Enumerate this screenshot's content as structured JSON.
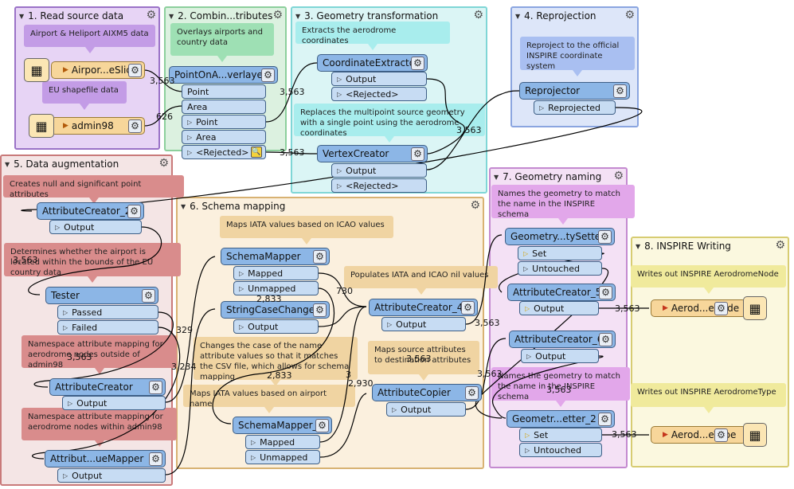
{
  "bookmarks": [
    {
      "key": "b1",
      "title": "1. Read source data",
      "bg": "#e7d4f5",
      "border": "#9a72c7"
    },
    {
      "key": "b2",
      "title": "2. Combin...tributes",
      "bg": "#dcf1e0",
      "border": "#8ccf9c"
    },
    {
      "key": "b3",
      "title": "3. Geometry transformation",
      "bg": "#dbf5f5",
      "border": "#7fd6d6"
    },
    {
      "key": "b4",
      "title": "4. Reprojection",
      "bg": "#dde6f9",
      "border": "#8aa5e0"
    },
    {
      "key": "b5",
      "title": "5. Data augmentation",
      "bg": "#f4e5e5",
      "border": "#c97a7a"
    },
    {
      "key": "b6",
      "title": "6. Schema mapping",
      "bg": "#fbf0de",
      "border": "#d8b273"
    },
    {
      "key": "b7",
      "title": "7. Geometry naming",
      "bg": "#f4e1f5",
      "border": "#c48ad0"
    },
    {
      "key": "b8",
      "title": "8. INSPIRE Writing",
      "bg": "#fbf8df",
      "border": "#d7cc72"
    }
  ],
  "annotations": [
    {
      "key": "a1",
      "text": "Airport & Heliport AIXM5 data",
      "bg": "#c39ce6"
    },
    {
      "key": "a2",
      "text": "EU shapefile data",
      "bg": "#c39ce6"
    },
    {
      "key": "a3",
      "text": "Overlays airports and country data",
      "bg": "#9ee0b4"
    },
    {
      "key": "a4",
      "text": "Extracts the aerodrome coordinates",
      "bg": "#a8eded"
    },
    {
      "key": "a5",
      "text": "Replaces the multipoint source geometry with a single point using the aerodrome coordinates",
      "bg": "#a8eded"
    },
    {
      "key": "a6",
      "text": "Reproject to the official INSPIRE coordinate system",
      "bg": "#a9bff1"
    },
    {
      "key": "a7",
      "text": "Creates null and significant point attributes",
      "bg": "#d98c8c"
    },
    {
      "key": "a8",
      "text": "Determines whether the airport is located within the bounds of the EU country data",
      "bg": "#d98c8c"
    },
    {
      "key": "a9",
      "text": "Namespace attribute mapping for aerodrome nodes outside of admin98",
      "bg": "#d98c8c"
    },
    {
      "key": "a10",
      "text": "Namespace attribute mapping for aerodrome nodes within admin98",
      "bg": "#d98c8c"
    },
    {
      "key": "a11",
      "text": "Maps IATA values based on ICAO values",
      "bg": "#f0d4a2"
    },
    {
      "key": "a12",
      "text": "Populates IATA and ICAO nil values",
      "bg": "#f0d4a2"
    },
    {
      "key": "a13",
      "text": "Changes the case of the name attribute values so that it matches the CSV file, which allows for schema mapping",
      "bg": "#f0d4a2"
    },
    {
      "key": "a14",
      "text": "Maps source attributes to destination attributes",
      "bg": "#f0d4a2"
    },
    {
      "key": "a15",
      "text": "Maps IATA values based on airport name",
      "bg": "#f0d4a2"
    },
    {
      "key": "a16",
      "text": "Names the geometry to match the name in the INSPIRE schema",
      "bg": "#e2a7ea"
    },
    {
      "key": "a17",
      "text": "Names the geometry to match the name in the INSPIRE schema",
      "bg": "#e2a7ea"
    },
    {
      "key": "a18",
      "text": "Writes out INSPIRE AerodromeNode",
      "bg": "#f0ea9c"
    },
    {
      "key": "a19",
      "text": "Writes out INSPIRE AerodromeType",
      "bg": "#f0ea9c"
    }
  ],
  "transformers": [
    {
      "key": "t_reader1",
      "label": "Airpor...eSlice",
      "kind": "reader"
    },
    {
      "key": "t_reader2",
      "label": "admin98",
      "kind": "reader"
    },
    {
      "key": "t_poa",
      "label": "PointOnA...verlayer",
      "kind": "tf"
    },
    {
      "key": "t_ce",
      "label": "CoordinateExtractor",
      "kind": "tf"
    },
    {
      "key": "t_vc",
      "label": "VertexCreator",
      "kind": "tf"
    },
    {
      "key": "t_rep",
      "label": "Reprojector",
      "kind": "tf"
    },
    {
      "key": "t_ac2",
      "label": "AttributeCreator_2",
      "kind": "tf"
    },
    {
      "key": "t_tester",
      "label": "Tester",
      "kind": "tf"
    },
    {
      "key": "t_ac",
      "label": "AttributeCreator",
      "kind": "tf"
    },
    {
      "key": "t_aum",
      "label": "Attribut...ueMapper",
      "kind": "tf"
    },
    {
      "key": "t_sm",
      "label": "SchemaMapper",
      "kind": "tf"
    },
    {
      "key": "t_scc",
      "label": "StringCaseChanger",
      "kind": "tf"
    },
    {
      "key": "t_sm2",
      "label": "SchemaMapper_2",
      "kind": "tf"
    },
    {
      "key": "t_ac4",
      "label": "AttributeCreator_4",
      "kind": "tf"
    },
    {
      "key": "t_acp",
      "label": "AttributeCopier",
      "kind": "tf"
    },
    {
      "key": "t_gs",
      "label": "Geometry...tySetter",
      "kind": "tf"
    },
    {
      "key": "t_ac5",
      "label": "AttributeCreator_5",
      "kind": "tf"
    },
    {
      "key": "t_ac6",
      "label": "AttributeCreator_6",
      "kind": "tf"
    },
    {
      "key": "t_gs2",
      "label": "Geometr...etter_2",
      "kind": "tf"
    },
    {
      "key": "t_w1",
      "label": "Aerod...eNode",
      "kind": "writer"
    },
    {
      "key": "t_w2",
      "label": "Aerod...eType",
      "kind": "writer"
    }
  ],
  "ports": [
    {
      "key": "p_poa_point_in",
      "label": "Point"
    },
    {
      "key": "p_poa_area_in",
      "label": "Area"
    },
    {
      "key": "p_poa_point_out",
      "label": "Point"
    },
    {
      "key": "p_poa_area_out",
      "label": "Area"
    },
    {
      "key": "p_poa_rej",
      "label": "<Rejected>"
    },
    {
      "key": "p_ce_out",
      "label": "Output"
    },
    {
      "key": "p_ce_rej",
      "label": "<Rejected>"
    },
    {
      "key": "p_vc_out",
      "label": "Output"
    },
    {
      "key": "p_vc_rej",
      "label": "<Rejected>"
    },
    {
      "key": "p_rep_out",
      "label": "Reprojected"
    },
    {
      "key": "p_ac2_out",
      "label": "Output"
    },
    {
      "key": "p_tester_passed",
      "label": "Passed"
    },
    {
      "key": "p_tester_failed",
      "label": "Failed"
    },
    {
      "key": "p_ac_out",
      "label": "Output"
    },
    {
      "key": "p_aum_out",
      "label": "Output"
    },
    {
      "key": "p_sm_mapped",
      "label": "Mapped"
    },
    {
      "key": "p_sm_unmapped",
      "label": "Unmapped"
    },
    {
      "key": "p_scc_out",
      "label": "Output"
    },
    {
      "key": "p_sm2_mapped",
      "label": "Mapped"
    },
    {
      "key": "p_sm2_unmapped",
      "label": "Unmapped"
    },
    {
      "key": "p_ac4_out",
      "label": "Output"
    },
    {
      "key": "p_acp_out",
      "label": "Output"
    },
    {
      "key": "p_gs_set",
      "label": "Set"
    },
    {
      "key": "p_gs_untouched",
      "label": "Untouched"
    },
    {
      "key": "p_ac5_out",
      "label": "Output"
    },
    {
      "key": "p_ac6_out",
      "label": "Output"
    },
    {
      "key": "p_gs2_set",
      "label": "Set"
    },
    {
      "key": "p_gs2_untouched",
      "label": "Untouched"
    }
  ],
  "counts": [
    "3,563",
    "626",
    "3,563",
    "3,563",
    "3,563",
    "3,563",
    "3,563",
    "730",
    "2,833",
    "329",
    "3,234",
    "2,833",
    "3",
    "2,930",
    "3,563",
    "3,563",
    "3,563",
    "3,563",
    "3,563",
    "3,563"
  ]
}
